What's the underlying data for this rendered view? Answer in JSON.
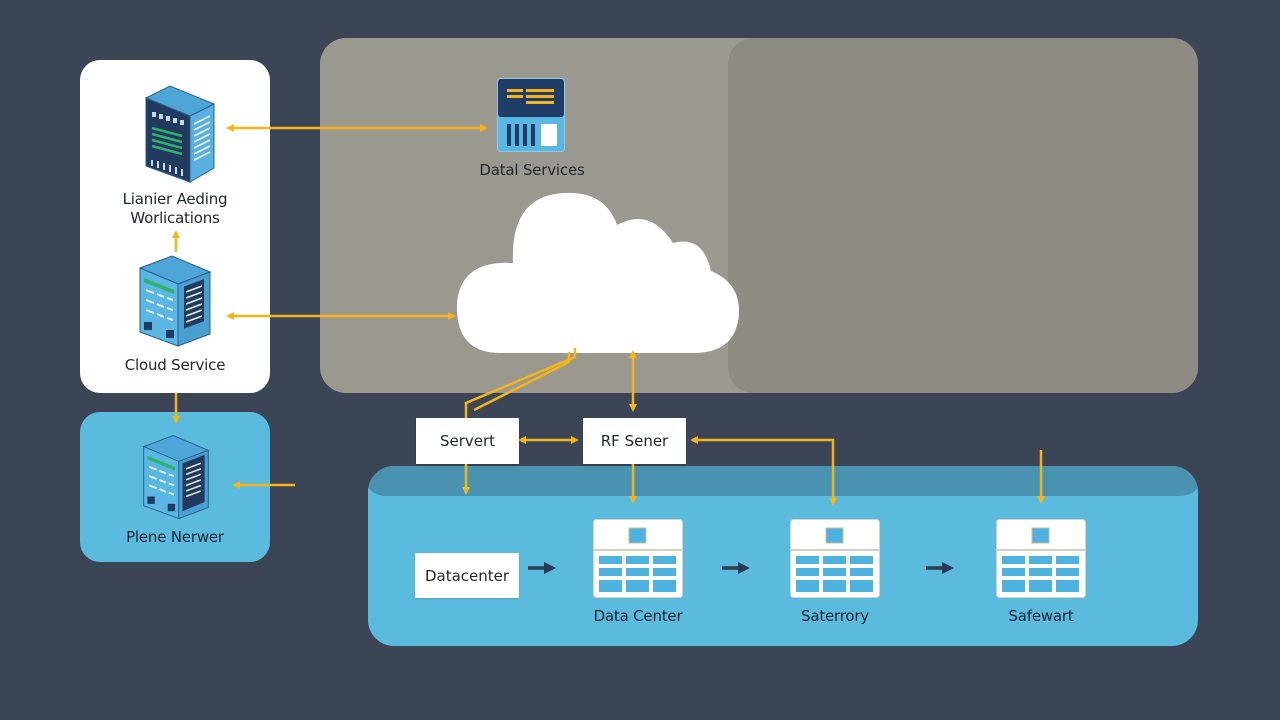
{
  "diagram": {
    "colors": {
      "background": "#3b4556",
      "panel_white": "#ffffff",
      "panel_blue": "#5bbbdf",
      "cloud_zone": "#9b988f",
      "cloud_zone_inner": "#8e8b83",
      "datacenter_zone": "#5bbbdf",
      "connector": "#f3b51a",
      "flow_arrow": "#2c3a55"
    },
    "left_panel": {
      "nodes": [
        {
          "id": "workstation",
          "label_line1": "Lianier Aeding",
          "label_line2": "Worlications",
          "icon": "server-tower-icon"
        },
        {
          "id": "cloud-service",
          "label": "Cloud Service",
          "icon": "server-tower-icon"
        }
      ]
    },
    "left_blue_panel": {
      "node": {
        "id": "plene-nerwer",
        "label": "Plene Nerwer",
        "icon": "server-tower-icon"
      }
    },
    "cloud_zone": {
      "data_services": {
        "label": "Datal Services",
        "icon": "data-services-icon"
      },
      "cloud": {
        "icon": "cloud-icon"
      }
    },
    "middle_boxes": [
      {
        "id": "servert",
        "label": "Servert"
      },
      {
        "id": "rf-sener",
        "label": "RF Sener"
      }
    ],
    "datacenter_zone": {
      "source_box": {
        "label": "Datacenter"
      },
      "nodes": [
        {
          "id": "data-center",
          "label": "Data Center",
          "icon": "datacenter-grid-icon"
        },
        {
          "id": "saterrory",
          "label": "Saterrory",
          "icon": "datacenter-grid-icon"
        },
        {
          "id": "safewart",
          "label": "Safewart",
          "icon": "datacenter-grid-icon"
        }
      ]
    },
    "connections": [
      {
        "from": "data-services",
        "to": "workstation",
        "type": "bidirectional"
      },
      {
        "from": "cloud-service",
        "to": "workstation",
        "type": "unidirectional"
      },
      {
        "from": "cloud",
        "to": "cloud-service",
        "type": "bidirectional"
      },
      {
        "from": "cloud-service",
        "to": "plene-nerwer",
        "type": "unidirectional"
      },
      {
        "from": "external",
        "to": "plene-nerwer",
        "type": "unidirectional"
      },
      {
        "from": "cloud",
        "to": "servert",
        "type": "unidirectional"
      },
      {
        "from": "cloud",
        "to": "rf-sener",
        "type": "bidirectional"
      },
      {
        "from": "servert",
        "to": "rf-sener",
        "type": "bidirectional"
      },
      {
        "from": "saterrory",
        "to": "rf-sener",
        "type": "unidirectional"
      },
      {
        "from": "servert",
        "to": "datacenter-zone",
        "type": "unidirectional"
      },
      {
        "from": "rf-sener",
        "to": "data-center",
        "type": "unidirectional"
      },
      {
        "from": "rf-sener",
        "to": "saterrory",
        "type": "unidirectional"
      },
      {
        "from": "external",
        "to": "safewart",
        "type": "unidirectional"
      },
      {
        "from": "datacenter",
        "to": "data-center",
        "type": "flow"
      },
      {
        "from": "data-center",
        "to": "saterrory",
        "type": "flow"
      },
      {
        "from": "saterrory",
        "to": "safewart",
        "type": "flow"
      }
    ]
  }
}
